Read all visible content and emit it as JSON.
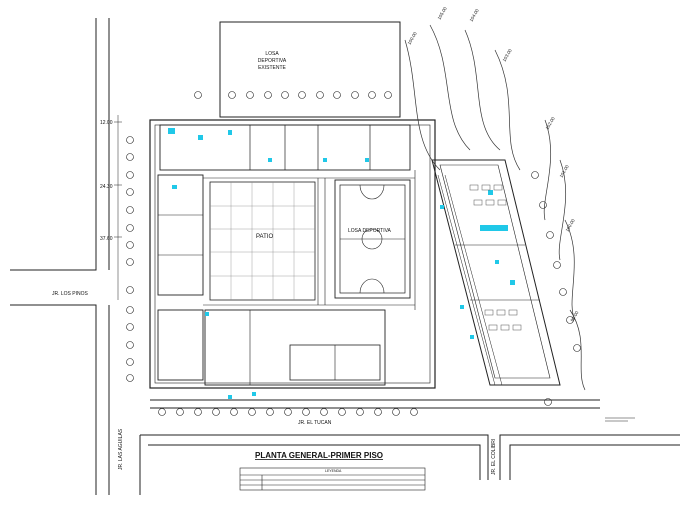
{
  "drawing": {
    "title": "PLANTA GENERAL-PRIMER PISO",
    "legend_title": "LEYENDA",
    "streets": {
      "los_pinos": "JR. LOS PINOS",
      "las_aguilas": "JR. LAS AGUILAS",
      "el_tucan": "JR. EL TUCAN",
      "el_colibri": "JR. EL COLIBRI"
    },
    "areas": {
      "existing_court": "LOSA\nDEPORTIVA\nEXISTENTE",
      "patio": "PATIO",
      "sports_court": "LOSA DEPORTIVA"
    },
    "contours": [
      "100.00",
      "105.00",
      "104.00",
      "103.00",
      "102.00",
      "101.00",
      "100.00",
      "99.00"
    ],
    "dimensions": [
      "12.00",
      "24.30",
      "37.60"
    ]
  }
}
